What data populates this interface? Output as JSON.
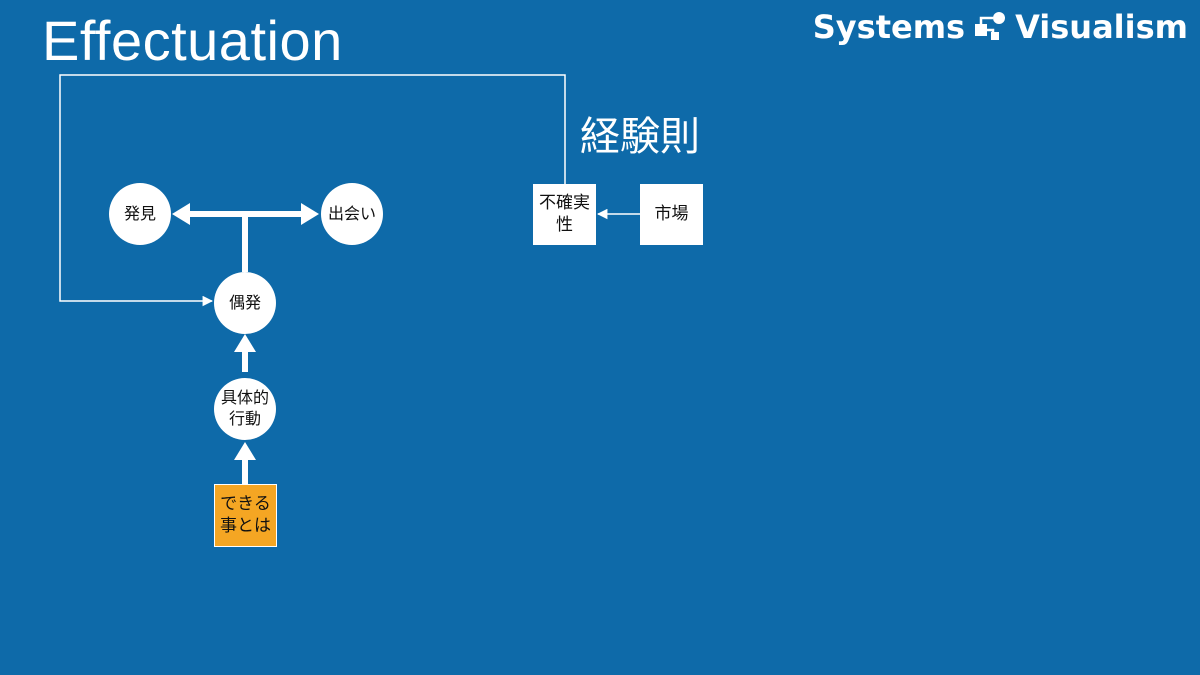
{
  "title": "Effectuation",
  "brand": {
    "left": "Systems",
    "right": "Visualism",
    "logo_icon": "systems-visualism-logo-icon"
  },
  "heuristic_label": "経験則",
  "nodes": {
    "discovery": "発見",
    "encounter": "出会い",
    "contingency": "偶発",
    "concrete_action": "具体的\n行動",
    "what_i_can_do": "できる\n事とは",
    "uncertainty": "不確実\n性",
    "market": "市場"
  },
  "colors": {
    "background": "#0e6aa9",
    "node_fill": "#ffffff",
    "accent": "#f5a623",
    "line": "#ffffff"
  }
}
